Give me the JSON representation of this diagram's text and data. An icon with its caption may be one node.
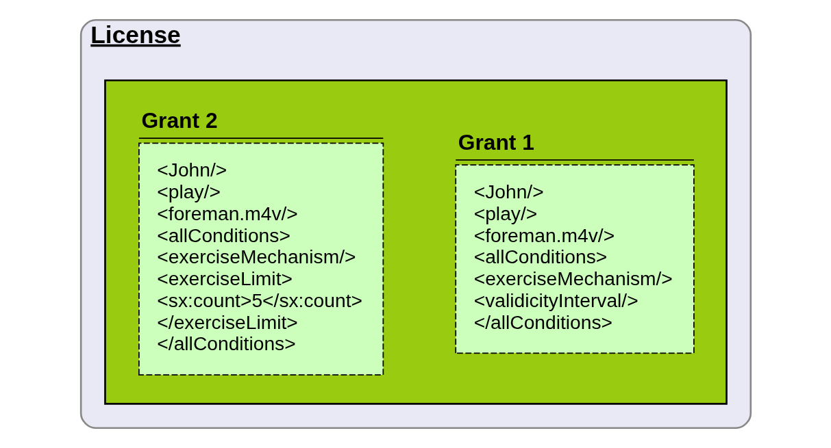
{
  "diagram": {
    "nodes": [
      {
        "text": [
          "License"
        ]
      },
      {
        "text": [],
        "shape": "box",
        "in": 0
      },
      {
        "text": [
          "Grant 1",
          "<John/>",
          "<play/>",
          "<foreman.m4v/>",
          "<allConditions>",
          "<exerciseMechanism/>",
          "<validicityInterval/>",
          "</allConditions>"
        ],
        "in": 1
      },
      {
        "text": [
          "Grant 2",
          "<John/>",
          "<play/>",
          "<foreman.m4v/>",
          "<allConditions>",
          "<exerciseMechanism/>",
          "<exerciseLimit>",
          "<sx:count>5</sx:count>",
          "</exerciseLimit>",
          "</allConditions>"
        ],
        "in": 1
      }
    ]
  }
}
